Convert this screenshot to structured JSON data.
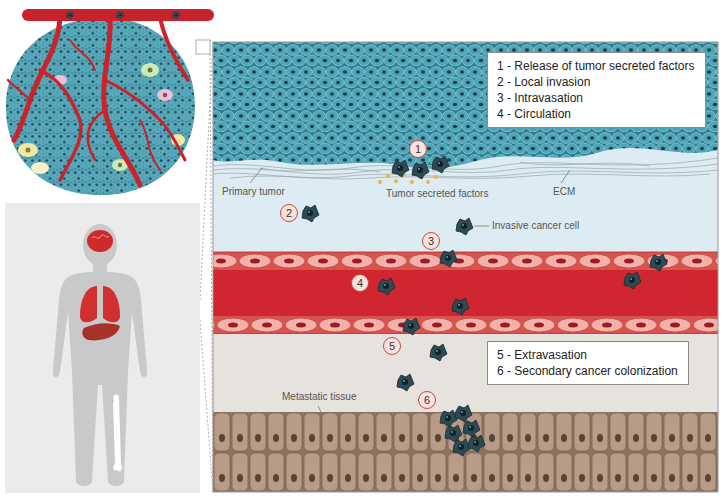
{
  "diagram": {
    "nodes": [
      {
        "text": [
          "1 - Release of tumor secreted factors",
          "2 - Local invasion",
          "3 - Intravasation",
          "4 - Circulation"
        ]
      },
      {
        "text": [
          "5 - Extravasation",
          "6 - Secondary cancer colonization"
        ]
      },
      {
        "text": [
          "1"
        ]
      },
      {
        "text": [
          "2"
        ]
      },
      {
        "text": [
          "3"
        ]
      },
      {
        "text": [
          "4"
        ]
      },
      {
        "text": [
          "5"
        ]
      },
      {
        "text": [
          "6"
        ]
      }
    ],
    "labels": [
      "Primary tumor",
      "Tumor secreted factors",
      "ECM",
      "Invasive cancer cell",
      "Metastatic tissue"
    ]
  }
}
